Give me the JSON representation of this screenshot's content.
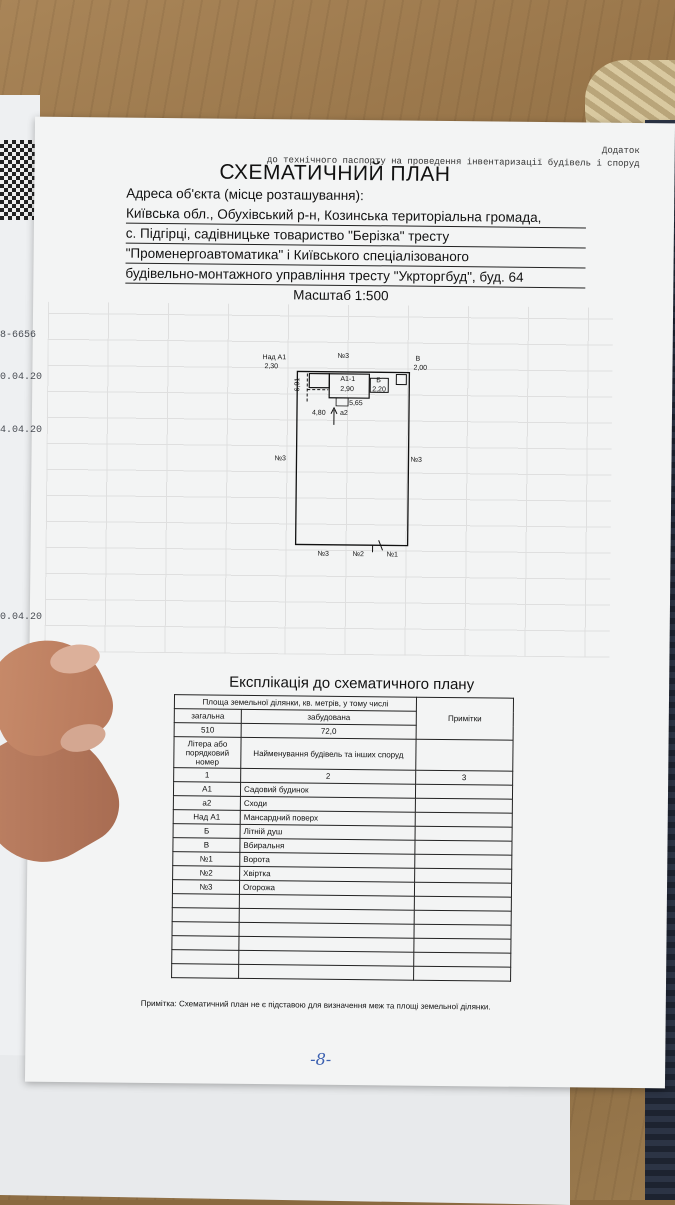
{
  "appendix": {
    "line1": "Додаток",
    "line2": "до технічного паспорту на проведення інвентаризації будівель і споруд"
  },
  "title": "СХЕМАТИЧНИЙ ПЛАН",
  "address_label": "Адреса об'єкта (місце розташування):",
  "address_lines": [
    "Київська обл., Обухівський р-н, Козинська територіальна громада,",
    "с. Підгірці, садівницьке товариство \"Берізка\" тресту",
    "\"Променергоавтоматика\" і Київського спеціалізованого",
    "будівельно-монтажного управління тресту \"Укрторгбуд\", буд. 64"
  ],
  "scale": "Масштаб 1:500",
  "plan_labels": {
    "nad_a1": "Над А1",
    "dim_230": "2,30",
    "no3_top": "№3",
    "v": "В",
    "dim_200": "2,00",
    "a1_1": "А1-1",
    "dim_290": "2,90",
    "b": "Б",
    "dim_220": "2,20",
    "dim_565": "5,65",
    "dim_691": "6,91",
    "dim_480": "4,80",
    "a2": "а2",
    "no3_left": "№3",
    "no3_right": "№3",
    "no3_bottom": "№3",
    "no2": "№2",
    "no1": "№1"
  },
  "explication": {
    "title": "Експлікація до схематичного плану",
    "area_header": "Площа земельної ділянки, кв. метрів, у тому числі",
    "total_label": "загальна",
    "built_label": "забудована",
    "notes_label": "Примітки",
    "total_value": "510",
    "built_value": "72,0",
    "col_letter": "Літера або порядковий номер",
    "col_name": "Найменування будівель та інших споруд",
    "col_nums": [
      "1",
      "2",
      "3"
    ],
    "rows": [
      {
        "id": "А1",
        "name": "Садовий будинок"
      },
      {
        "id": "а2",
        "name": "Сходи"
      },
      {
        "id": "Над А1",
        "name": "Мансардний поверх"
      },
      {
        "id": "Б",
        "name": "Літній душ"
      },
      {
        "id": "В",
        "name": "Вбиральня"
      },
      {
        "id": "№1",
        "name": "Ворота"
      },
      {
        "id": "№2",
        "name": "Хвіртка"
      },
      {
        "id": "№3",
        "name": "Огорожа"
      }
    ]
  },
  "note": "Примітка: Схематичний план не є підставою для визначення меж та площі земельної ділянки.",
  "page_number": "-8-"
}
